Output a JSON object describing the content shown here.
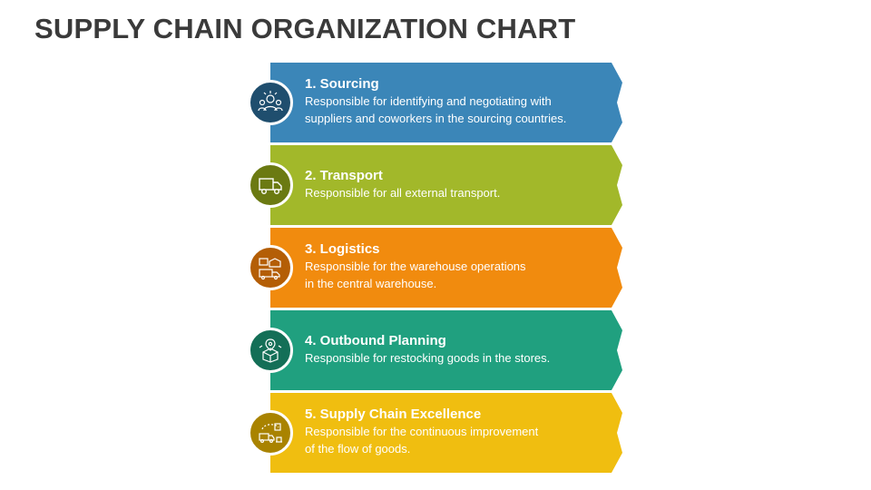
{
  "title": "SUPPLY CHAIN ORGANIZATION CHART",
  "items": [
    {
      "heading": "1. Sourcing",
      "description": "Responsible for identifying and negotiating with\nsuppliers and coworkers in the sourcing countries.",
      "color": "#3b86b8",
      "circle_color": "#1f4e6e",
      "icon": "sourcing-team-icon"
    },
    {
      "heading": "2. Transport",
      "description": "Responsible for all external transport.",
      "color": "#a2b82a",
      "circle_color": "#6b7a12",
      "icon": "delivery-truck-icon"
    },
    {
      "heading": "3. Logistics",
      "description": "Responsible for the warehouse operations\nin the central warehouse.",
      "color": "#f18b0e",
      "circle_color": "#b45e06",
      "icon": "warehouse-logistics-icon"
    },
    {
      "heading": "4. Outbound Planning",
      "description": "Responsible for restocking goods in the stores.",
      "color": "#20a07f",
      "circle_color": "#146f57",
      "icon": "package-location-icon"
    },
    {
      "heading": "5. Supply Chain Excellence",
      "description": "Responsible for the continuous improvement\nof the flow of goods.",
      "color": "#f0be10",
      "circle_color": "#a98300",
      "icon": "supply-flow-icon"
    }
  ]
}
